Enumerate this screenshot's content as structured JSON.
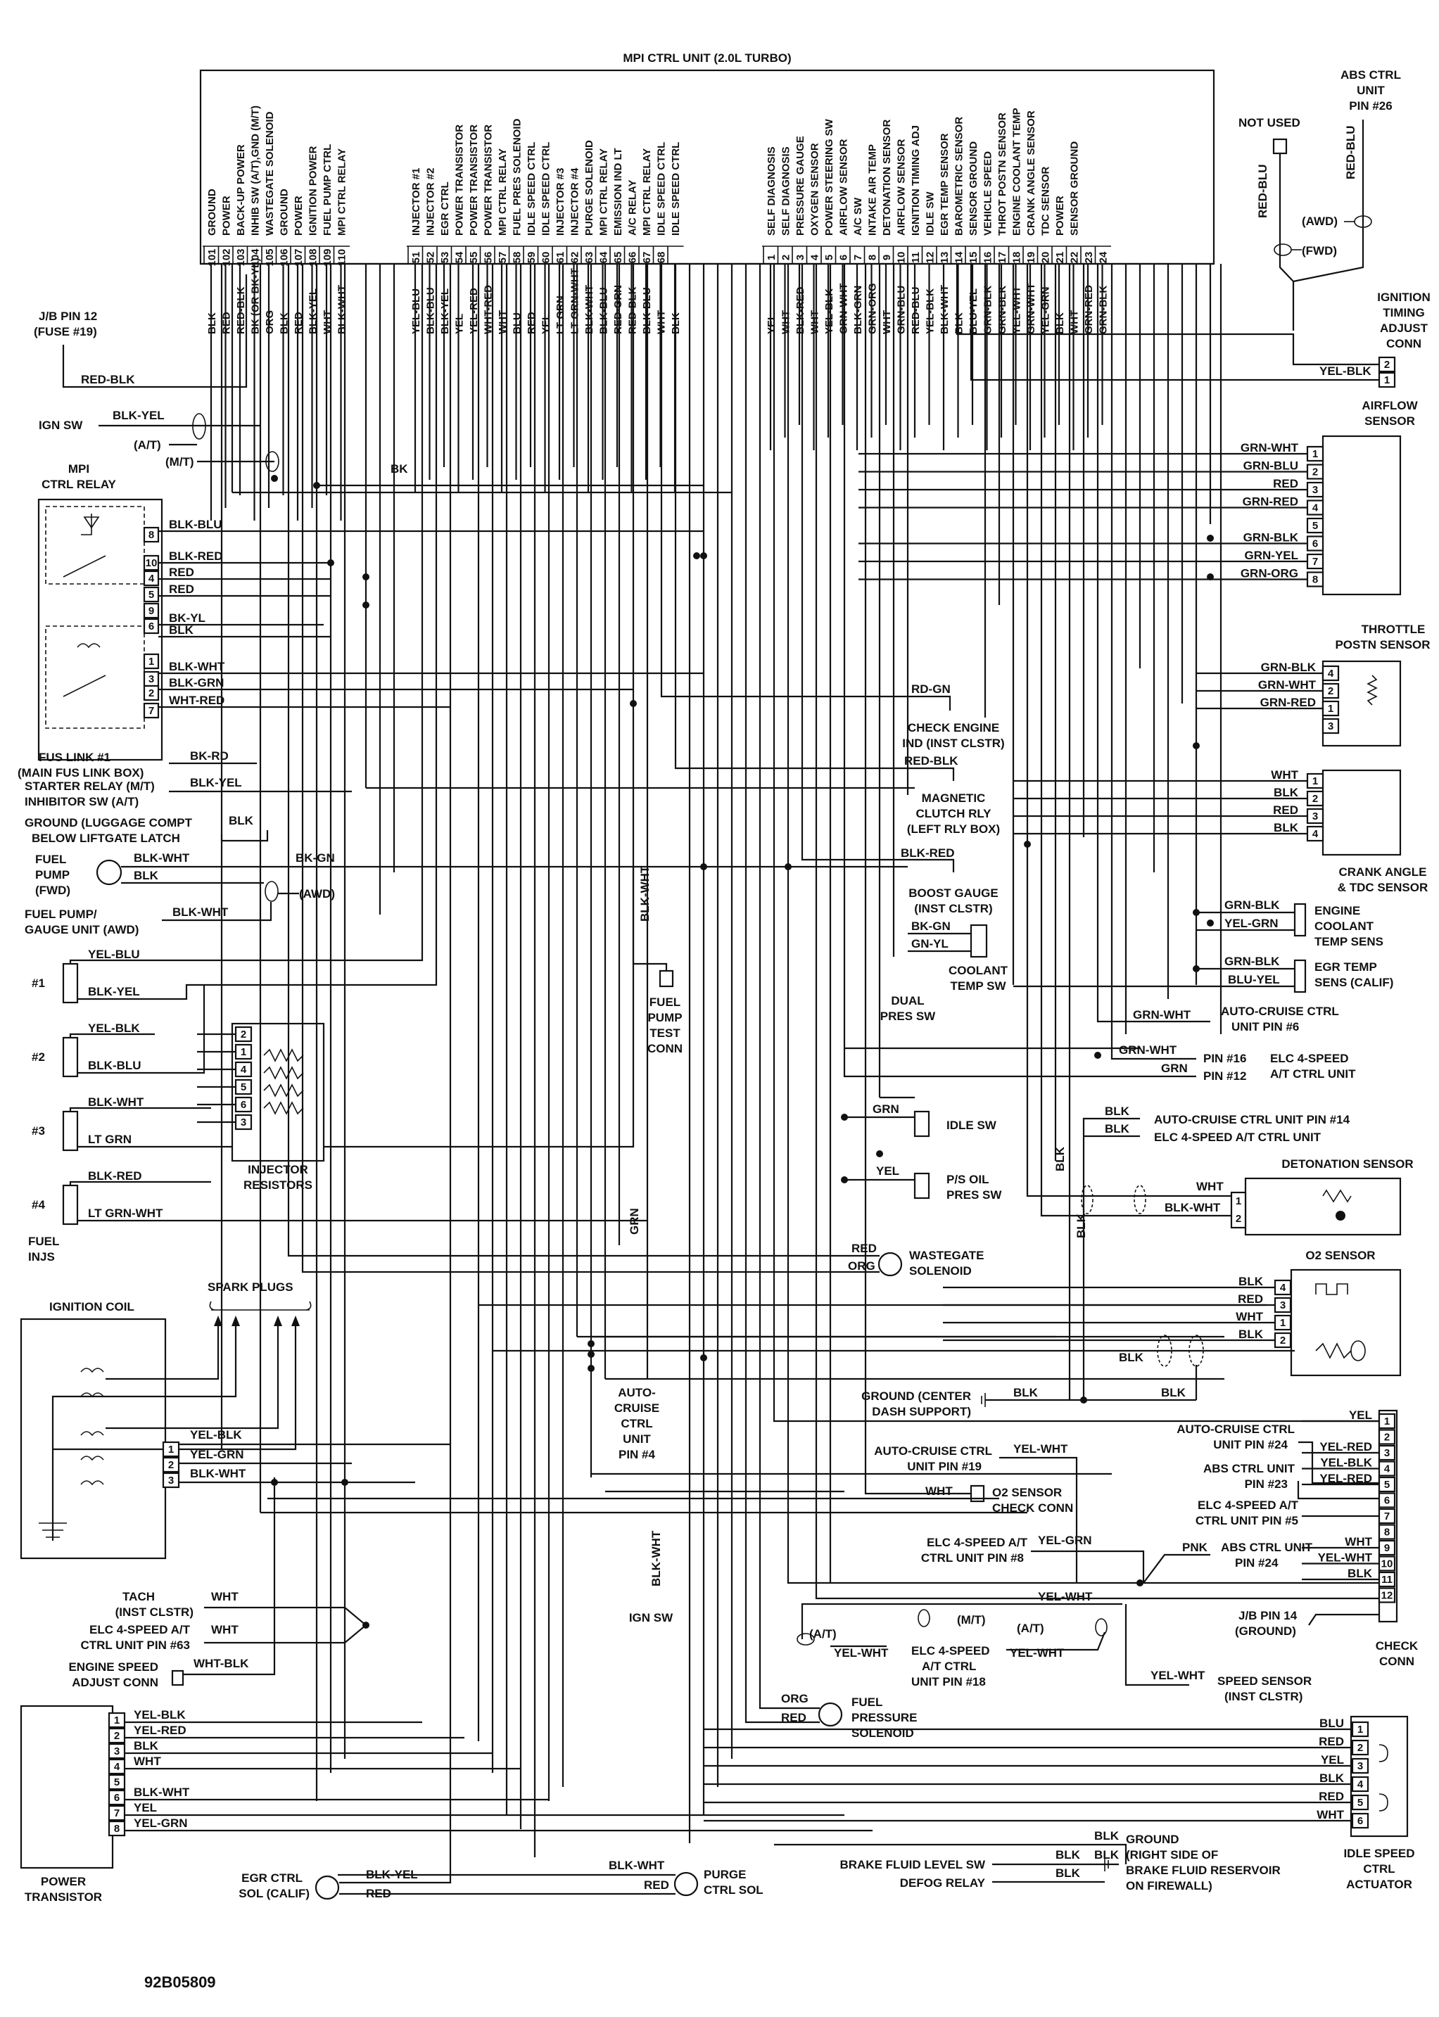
{
  "ecu": {
    "title": "MPI CTRL UNIT (2.0L TURBO)",
    "left_pins": [
      {
        "num": "101",
        "name": "GROUND",
        "wire": "BLK"
      },
      {
        "num": "102",
        "name": "POWER",
        "wire": "RED"
      },
      {
        "num": "103",
        "name": "BACK-UP POWER",
        "wire": "RED-BLK"
      },
      {
        "num": "104",
        "name": "INHIB SW (A/T),GND (M/T)",
        "wire": "BK (OR BK-YL)"
      },
      {
        "num": "105",
        "name": "WASTEGATE SOLENOID",
        "wire": "ORG"
      },
      {
        "num": "106",
        "name": "GROUND",
        "wire": "BLK"
      },
      {
        "num": "107",
        "name": "POWER",
        "wire": "RED"
      },
      {
        "num": "108",
        "name": "IGNITION POWER",
        "wire": "BLK-YEL"
      },
      {
        "num": "109",
        "name": "FUEL PUMP CTRL",
        "wire": "WHT"
      },
      {
        "num": "110",
        "name": "MPI CTRL RELAY",
        "wire": "BLK-WHT"
      }
    ],
    "mid_pins": [
      {
        "num": "51",
        "name": "INJECTOR #1",
        "wire": "YEL-BLU"
      },
      {
        "num": "52",
        "name": "INJECTOR #2",
        "wire": "BLK-BLU"
      },
      {
        "num": "53",
        "name": "EGR CTRL",
        "wire": "BLK-YEL"
      },
      {
        "num": "54",
        "name": "POWER TRANSISTOR",
        "wire": "YEL"
      },
      {
        "num": "55",
        "name": "POWER TRANSISTOR",
        "wire": "YEL-RED"
      },
      {
        "num": "56",
        "name": "POWER TRANSISTOR",
        "wire": "WHT-RED"
      },
      {
        "num": "57",
        "name": "MPI CTRL RELAY",
        "wire": "WHT"
      },
      {
        "num": "58",
        "name": "FUEL PRES SOLENOID",
        "wire": "BLU"
      },
      {
        "num": "59",
        "name": "IDLE SPEED CTRL",
        "wire": "RED"
      },
      {
        "num": "60",
        "name": "IDLE SPEED CTRL",
        "wire": "YEL"
      },
      {
        "num": "61",
        "name": "INJECTOR #3",
        "wire": "LT GRN"
      },
      {
        "num": "62",
        "name": "INJECTOR #4",
        "wire": "LT GRN-WHT"
      },
      {
        "num": "63",
        "name": "PURGE SOLENOID",
        "wire": "BLK-WHT"
      },
      {
        "num": "64",
        "name": "MPI CTRL RELAY",
        "wire": "BLK-BLU"
      },
      {
        "num": "65",
        "name": "EMISSION IND LT",
        "wire": "RED-GRN"
      },
      {
        "num": "66",
        "name": "A/C RELAY",
        "wire": "RED-BLK"
      },
      {
        "num": "67",
        "name": "MPI CTRL RELAY",
        "wire": "BLK-BLU"
      },
      {
        "num": "68",
        "name": "IDLE SPEED CTRL",
        "wire": "WHT"
      },
      {
        "num": "",
        "name": "IDLE SPEED CTRL",
        "wire": "BLK"
      }
    ],
    "right_pins": [
      {
        "num": "1",
        "name": "SELF DIAGNOSIS",
        "wire": "YEL"
      },
      {
        "num": "2",
        "name": "SELF DIAGNOSIS",
        "wire": "WHT"
      },
      {
        "num": "3",
        "name": "PRESSURE GAUGE",
        "wire": "BLK-RED"
      },
      {
        "num": "4",
        "name": "OXYGEN SENSOR",
        "wire": "WHT"
      },
      {
        "num": "5",
        "name": "POWER STEERING SW",
        "wire": "YEL-BLK"
      },
      {
        "num": "6",
        "name": "AIRFLOW SENSOR",
        "wire": "GRN-WHT"
      },
      {
        "num": "7",
        "name": "A/C SW",
        "wire": "BLK-GRN"
      },
      {
        "num": "8",
        "name": "INTAKE AIR TEMP",
        "wire": "GRN-ORG"
      },
      {
        "num": "9",
        "name": "DETONATION SENSOR",
        "wire": "WHT"
      },
      {
        "num": "10",
        "name": "AIRFLOW SENSOR",
        "wire": "GRN-BLU"
      },
      {
        "num": "11",
        "name": "IGNITION TIMING ADJ",
        "wire": "RED-BLU"
      },
      {
        "num": "12",
        "name": "IDLE SW",
        "wire": "YEL-BLK"
      },
      {
        "num": "13",
        "name": "EGR TEMP SENSOR",
        "wire": "BLK-WHT"
      },
      {
        "num": "14",
        "name": "BAROMETRIC SENSOR",
        "wire": "BLK"
      },
      {
        "num": "15",
        "name": "SENSOR GROUND",
        "wire": "BLU-YEL"
      },
      {
        "num": "16",
        "name": "VEHICLE SPEED",
        "wire": "GRN-BLK"
      },
      {
        "num": "17",
        "name": "THROT POSTN SENSOR",
        "wire": "GRN-BLK"
      },
      {
        "num": "18",
        "name": "ENGINE COOLANT TEMP",
        "wire": "YEL-WHT"
      },
      {
        "num": "19",
        "name": "CRANK ANGLE SENSOR",
        "wire": "GRN-WHT"
      },
      {
        "num": "20",
        "name": "TDC SENSOR",
        "wire": "YEL-GRN"
      },
      {
        "num": "21",
        "name": "POWER",
        "wire": "BLK"
      },
      {
        "num": "22",
        "name": "SENSOR GROUND",
        "wire": "WHT"
      },
      {
        "num": "23",
        "name": "",
        "wire": "GRN-RED"
      },
      {
        "num": "24",
        "name": "",
        "wire": "GRN-BLK"
      }
    ]
  },
  "labels": {
    "jb_pin12": "J/B PIN 12",
    "fuse19": "(FUSE #19)",
    "red_blk": "RED-BLK",
    "ign_sw": "IGN SW",
    "blk_yel": "BLK-YEL",
    "at": "(A/T)",
    "mt": "(M/T)",
    "bk": "BK",
    "mpi_relay_1": "MPI",
    "mpi_relay_2": "CTRL RELAY",
    "relay_wires": [
      "BLK-BLU",
      "BLK-RED",
      "RED",
      "RED",
      "BK-YL",
      "BLK",
      "BLK-WHT",
      "BLK-GRN",
      "WHT-RED"
    ],
    "relay_pins": [
      "8",
      "10",
      "4",
      "5",
      "9",
      "6",
      "1",
      "3",
      "2",
      "7"
    ],
    "fus_link_1": "FUS LINK #1",
    "fus_link_2": "(MAIN FUS LINK BOX)",
    "bk_rd": "BK-RD",
    "starter_1": "STARTER RELAY (M/T)",
    "starter_2": "INHIBITOR SW (A/T)",
    "ground_lugg_1": "GROUND (LUGGAGE COMPT",
    "ground_lugg_2": "BELOW LIFTGATE LATCH",
    "blk": "BLK",
    "fuel_pump_1": "FUEL",
    "fuel_pump_2": "PUMP",
    "fuel_pump_3": "(FWD)",
    "blk_wht": "BLK-WHT",
    "bk_gn": "BK-GN",
    "awd": "(AWD)",
    "fuel_pump_gauge_1": "FUEL PUMP/",
    "fuel_pump_gauge_2": "GAUGE UNIT (AWD)",
    "inj1": "#1",
    "inj2": "#2",
    "inj3": "#3",
    "inj4": "#4",
    "yel_blu": "YEL-BLU",
    "yel_blk": "YEL-BLK",
    "blk_blu": "BLK-BLU",
    "lt_grn": "LT GRN",
    "blk_red": "BLK-RED",
    "lt_grn_wht": "LT GRN-WHT",
    "fuel_injs_1": "FUEL",
    "fuel_injs_2": "INJS",
    "inj_res_1": "INJECTOR",
    "inj_res_2": "RESISTORS",
    "inj_res_pins": [
      "2",
      "1",
      "4",
      "5",
      "6",
      "3"
    ],
    "ignition_coil": "IGNITION COIL",
    "spark_plugs": "SPARK PLUGS",
    "yel_grn": "YEL-GRN",
    "coil_pins": [
      "1",
      "2",
      "3"
    ],
    "tach_1": "TACH",
    "tach_2": "(INST CLSTR)",
    "wht": "WHT",
    "elc63_1": "ELC 4-SPEED A/T",
    "elc63_2": "CTRL UNIT PIN #63",
    "esac_1": "ENGINE SPEED",
    "esac_2": "ADJUST CONN",
    "wht_blk": "WHT-BLK",
    "pt_wires": [
      "YEL-BLK",
      "YEL-RED",
      "BLK",
      "WHT",
      "",
      "BLK-WHT",
      "YEL",
      "YEL-GRN"
    ],
    "pt_pins": [
      "1",
      "2",
      "3",
      "4",
      "5",
      "6",
      "7",
      "8"
    ],
    "power_tr_1": "POWER",
    "power_tr_2": "TRANSISTOR",
    "egr_sol_1": "EGR CTRL",
    "egr_sol_2": "SOL (CALIF)",
    "red": "RED",
    "purge_1": "PURGE",
    "purge_2": "CTRL SOL",
    "fuel_test_1": "FUEL",
    "fuel_test_2": "PUMP",
    "fuel_test_3": "TEST",
    "fuel_test_4": "CONN",
    "grn": "GRN",
    "ac_pin4_1": "AUTO-",
    "ac_pin4_2": "CRUISE",
    "ac_pin4_3": "CTRL",
    "ac_pin4_4": "UNIT",
    "ac_pin4_5": "PIN #4",
    "ign_sw_bottom": "IGN SW",
    "rd_gn": "RD-GN",
    "check_eng_1": "CHECK ENGINE",
    "check_eng_2": "IND (INST CLSTR)",
    "mag_1": "MAGNETIC",
    "mag_2": "CLUTCH RLY",
    "mag_3": "(LEFT RLY BOX)",
    "boost_1": "BOOST GAUGE",
    "boost_2": "(INST CLSTR)",
    "gn_yl": "GN-YL",
    "coolant_sw_1": "COOLANT",
    "coolant_sw_2": "TEMP SW",
    "dual_1": "DUAL",
    "dual_2": "PRES SW",
    "idle_sw": "IDLE SW",
    "yel": "YEL",
    "ps_oil_1": "P/S OIL",
    "ps_oil_2": "PRES SW",
    "org": "ORG",
    "wastegate_1": "WASTEGATE",
    "wastegate_2": "SOLENOID",
    "fps_1": "FUEL",
    "fps_2": "PRESSURE",
    "fps_3": "SOLENOID",
    "not_used": "NOT USED",
    "red_blu": "RED-BLU",
    "abs_pin26_1": "ABS CTRL",
    "abs_pin26_2": "UNIT",
    "abs_pin26_3": "PIN #26",
    "awd_p": "(AWD)",
    "fwd_p": "(FWD)",
    "ita_1": "IGNITION",
    "ita_2": "TIMING",
    "ita_3": "ADJUST",
    "ita_4": "CONN",
    "ita_pins": [
      "2",
      "1"
    ],
    "airflow_1": "AIRFLOW",
    "airflow_2": "SENSOR",
    "airflow_wires": [
      "GRN-WHT",
      "GRN-BLU",
      "RED",
      "GRN-RED",
      "",
      "GRN-BLK",
      "GRN-YEL",
      "GRN-ORG"
    ],
    "airflow_pins": [
      "1",
      "2",
      "3",
      "4",
      "5",
      "6",
      "7",
      "8"
    ],
    "throttle_1": "THROTTLE",
    "throttle_2": "POSTN SENSOR",
    "throttle_wires": [
      "GRN-BLK",
      "GRN-WHT",
      "GRN-RED"
    ],
    "throttle_pins": [
      "4",
      "2",
      "1",
      "3"
    ],
    "crank_wires": [
      "WHT",
      "BLK",
      "RED",
      "BLK"
    ],
    "crank_pins": [
      "1",
      "2",
      "3",
      "4"
    ],
    "crank_1": "CRANK ANGLE",
    "crank_2": "& TDC SENSOR",
    "ect_1": "ENGINE",
    "ect_2": "COOLANT",
    "ect_3": "TEMP SENS",
    "grn_blk": "GRN-BLK",
    "egr_temp_1": "EGR TEMP",
    "egr_temp_2": "SENS (CALIF)",
    "blu_yel": "BLU-YEL",
    "grn_wht": "GRN-WHT",
    "ac_pin6_1": "AUTO-CRUISE CTRL",
    "ac_pin6_2": "UNIT PIN #6",
    "pin16": "PIN #16",
    "pin12": "PIN #12",
    "elc_atcu_1": "ELC 4-SPEED",
    "elc_atcu_2": "A/T CTRL UNIT",
    "ac_pin14": "AUTO-CRUISE CTRL UNIT PIN #14",
    "elc_atcu_full": "ELC 4-SPEED A/T CTRL UNIT",
    "det_sensor": "DETONATION SENSOR",
    "o2_sensor": "O2 SENSOR",
    "o2_wires": [
      "BLK",
      "RED",
      "WHT",
      "BLK"
    ],
    "o2_pins": [
      "4",
      "3",
      "1",
      "2"
    ],
    "gnd_center_1": "GROUND (CENTER",
    "gnd_center_2": "DASH SUPPORT)",
    "ac_pin24_1": "AUTO-CRUISE CTRL",
    "ac_pin24_2": "UNIT PIN #24",
    "abs_pin23_1": "ABS CTRL UNIT",
    "abs_pin23_2": "PIN #23",
    "elc_pin5_1": "ELC 4-SPEED A/T",
    "elc_pin5_2": "CTRL UNIT PIN #5",
    "abs_pin24_1": "ABS CTRL UNIT",
    "abs_pin24_2": "PIN #24",
    "pnk": "PNK",
    "jb14_1": "J/B PIN 14",
    "jb14_2": "(GROUND)",
    "check_conn_1": "CHECK",
    "check_conn_2": "CONN",
    "check_wires": [
      "YEL",
      "",
      "YEL-RED",
      "YEL-BLK",
      "YEL-RED",
      "",
      "",
      "",
      "WHT",
      "YEL-WHT",
      "BLK",
      ""
    ],
    "check_pins": [
      "1",
      "2",
      "3",
      "4",
      "5",
      "6",
      "7",
      "8",
      "9",
      "10",
      "11",
      "12"
    ],
    "ac_pin19_1": "AUTO-CRUISE CTRL",
    "ac_pin19_2": "UNIT PIN #19",
    "yel_wht": "YEL-WHT",
    "o2chk_1": "O2 SENSOR",
    "o2chk_2": "CHECK CONN",
    "elc_pin8_1": "ELC 4-SPEED A/T",
    "elc_pin8_2": "CTRL UNIT PIN #8",
    "elc_pin18_1": "ELC 4-SPEED",
    "elc_pin18_2": "A/T CTRL",
    "elc_pin18_3": "UNIT PIN #18",
    "speed_sens_1": "SPEED SENSOR",
    "speed_sens_2": "(INST CLSTR)",
    "isc_wires": [
      "BLU",
      "RED",
      "YEL",
      "BLK",
      "RED",
      "WHT"
    ],
    "isc_pins": [
      "1",
      "2",
      "3",
      "4",
      "5",
      "6"
    ],
    "isc_1": "IDLE SPEED",
    "isc_2": "CTRL",
    "isc_3": "ACTUATOR",
    "gnd_brake_1": "GROUND",
    "gnd_brake_2": "(RIGHT SIDE OF",
    "gnd_brake_3": "BRAKE FLUID RESERVOIR",
    "gnd_brake_4": "ON FIREWALL)",
    "brake_fluid": "BRAKE FLUID LEVEL SW",
    "defog": "DEFOG RELAY",
    "figure_id": "92B05809"
  }
}
